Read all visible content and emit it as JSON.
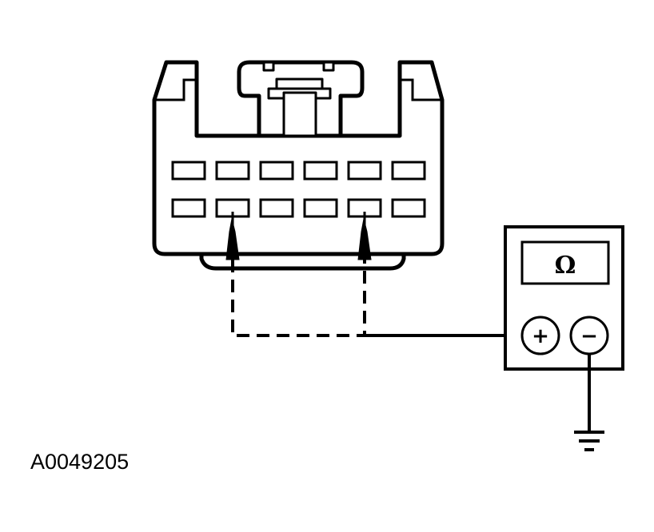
{
  "figure": {
    "id_label": "A0049205"
  },
  "meter": {
    "display_symbol": "Ω",
    "positive_terminal": "+",
    "negative_terminal": "−"
  },
  "connector": {
    "cavity_rows": 2,
    "cavities_per_row": 6,
    "probed_cavities": [
      {
        "row": 2,
        "position": 2
      },
      {
        "row": 2,
        "position": 5
      }
    ]
  },
  "colors": {
    "line": "#000000",
    "background": "#ffffff"
  }
}
